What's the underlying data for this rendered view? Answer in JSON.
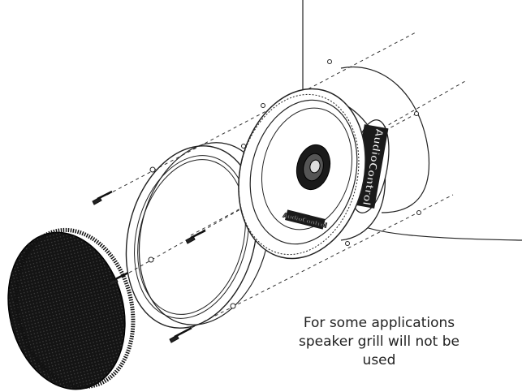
{
  "diagram": {
    "caption_lines": [
      "For some applications",
      "speaker grill will not be",
      "used"
    ],
    "speaker_brand_label": "AudioControl",
    "magnet_brand_label": "AudioControl"
  }
}
